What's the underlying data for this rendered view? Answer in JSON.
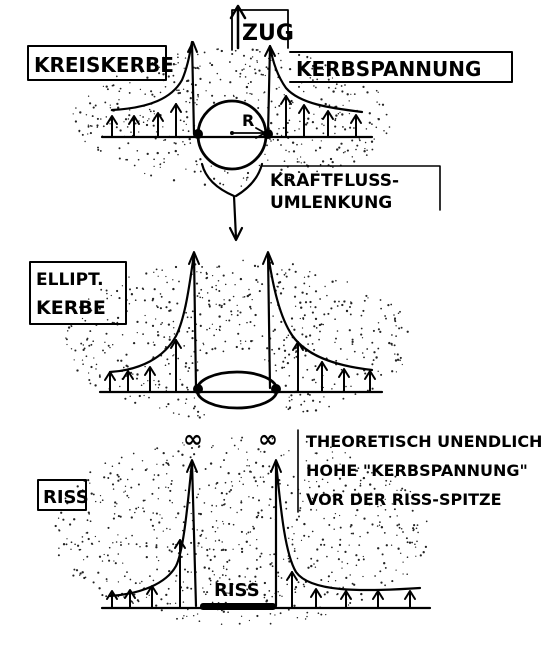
{
  "top": {
    "load_label": "ZUG",
    "left_label": "KREISKERBE",
    "right_label": "KERBSPANNUNG",
    "radius_label": "R",
    "flow_label_line1": "KRAFTFLUSS-",
    "flow_label_line2": "UMLENKUNG"
  },
  "middle": {
    "label_line1": "ELLIPT.",
    "label_line2": "KERBE"
  },
  "bottom": {
    "label": "RISS",
    "crack_label": "RISS",
    "infinity_symbol": "∞",
    "note_line1": "THEORETISCH UNENDLICH",
    "note_line2": "HOHE \"KERBSPANNUNG\"",
    "note_line3": "VOR DER RISS-SPITZE"
  }
}
